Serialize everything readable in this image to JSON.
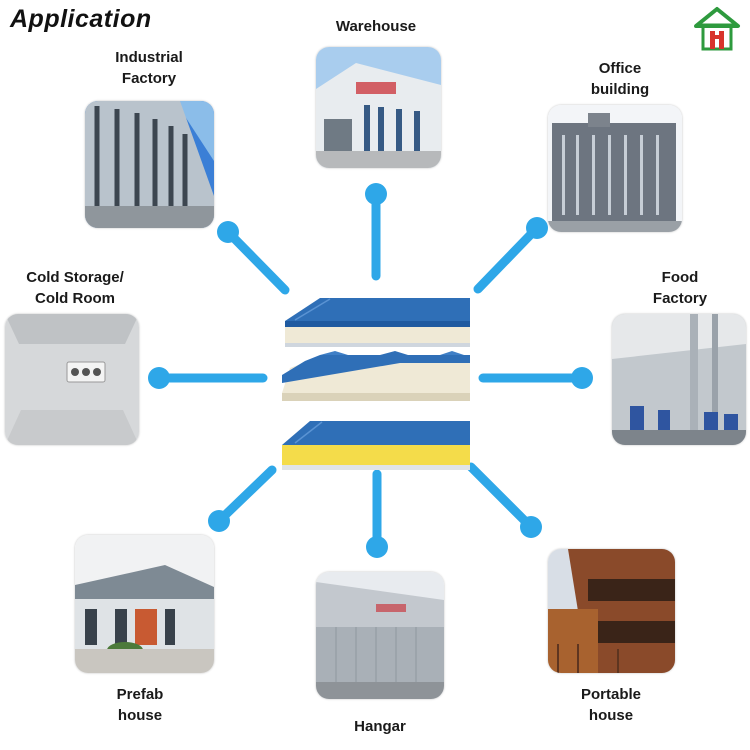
{
  "title": "Application",
  "hub": {
    "name": "sandwich-panels",
    "count": 3
  },
  "colors": {
    "connector": "#2ea7e8",
    "panel_top": "#2f6fb7",
    "panel_core_eps": "#efe9d6",
    "panel_core_rockwool": "#f4dc4a"
  },
  "labels": {
    "industrial": [
      "Industrial",
      "Factory"
    ],
    "warehouse": [
      "Warehouse"
    ],
    "office": [
      "Office",
      "building"
    ],
    "cold": [
      "Cold Storage/",
      "Cold Room"
    ],
    "food": [
      "Food",
      "Factory"
    ],
    "prefab": [
      "Prefab",
      "house"
    ],
    "hangar": [
      "Hangar"
    ],
    "portable": [
      "Portable",
      "house"
    ]
  },
  "logo_icon": "house-logo-icon"
}
